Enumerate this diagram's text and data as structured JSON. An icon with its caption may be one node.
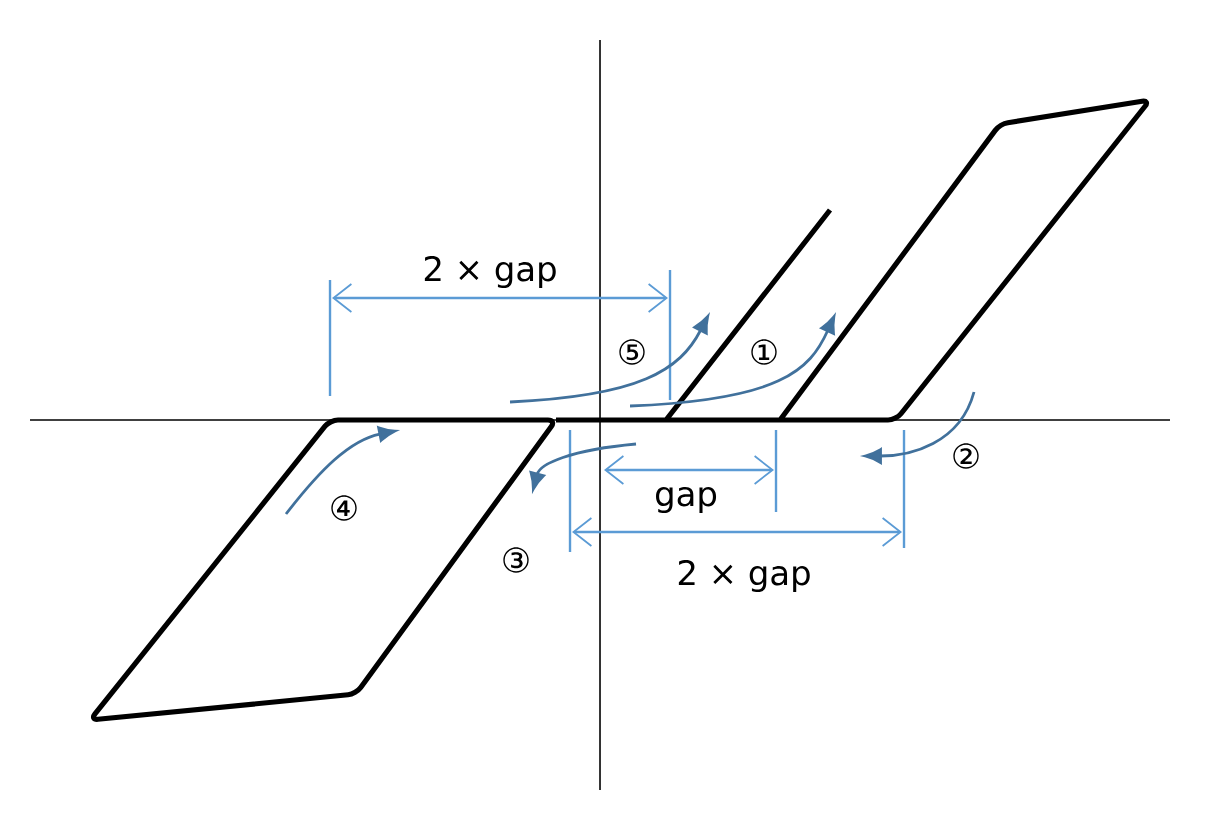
{
  "diagram": {
    "labels": [
      "2 × gap",
      "⑤",
      "①",
      "②",
      "gap",
      "④",
      "③",
      "2 × gap"
    ]
  }
}
